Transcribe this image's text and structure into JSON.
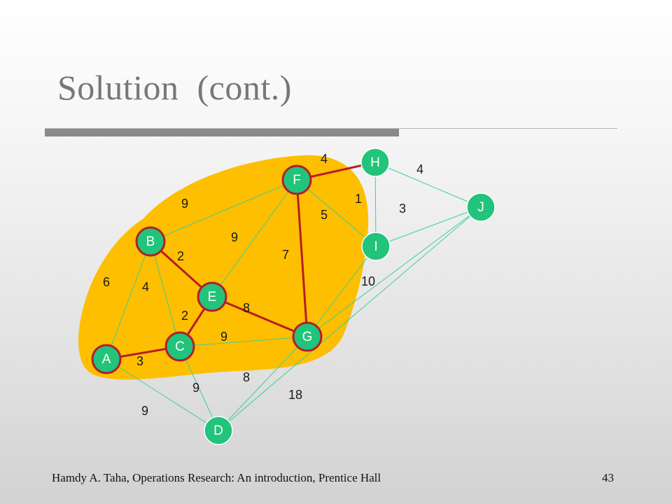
{
  "title": "Solution  (cont.)",
  "footer": {
    "citation": "Hamdy A. Taha, Operations Research: An introduction, Prentice Hall",
    "page_number": "43"
  },
  "colors": {
    "region": "#fdbf00",
    "node_fill": "#22c37a",
    "node_ring": "#b0202c",
    "node_text": "#ffffff",
    "edge": "#3ccf95",
    "tree_edge": "#b81c24",
    "weight_text": "#1a1a1a"
  },
  "graph": {
    "nodes": [
      {
        "id": "A",
        "label": "A",
        "in_tree": true
      },
      {
        "id": "B",
        "label": "B",
        "in_tree": true
      },
      {
        "id": "C",
        "label": "C",
        "in_tree": true
      },
      {
        "id": "D",
        "label": "D",
        "in_tree": false
      },
      {
        "id": "E",
        "label": "E",
        "in_tree": true
      },
      {
        "id": "F",
        "label": "F",
        "in_tree": true
      },
      {
        "id": "G",
        "label": "G",
        "in_tree": true
      },
      {
        "id": "H",
        "label": "H",
        "in_tree": false
      },
      {
        "id": "I",
        "label": "I",
        "in_tree": false
      },
      {
        "id": "J",
        "label": "J",
        "in_tree": false
      }
    ],
    "edges": [
      {
        "from": "A",
        "to": "C",
        "weight": "3",
        "in_tree": true
      },
      {
        "from": "C",
        "to": "E",
        "weight": "2",
        "in_tree": true
      },
      {
        "from": "B",
        "to": "E",
        "weight": "2",
        "in_tree": true
      },
      {
        "from": "E",
        "to": "G",
        "weight": "8",
        "in_tree": true
      },
      {
        "from": "F",
        "to": "G",
        "weight": "7",
        "in_tree": true
      },
      {
        "from": "F",
        "to": "H",
        "weight": "4",
        "in_tree": true
      },
      {
        "from": "A",
        "to": "B",
        "weight": "6",
        "in_tree": false
      },
      {
        "from": "B",
        "to": "C",
        "weight": "4",
        "in_tree": false
      },
      {
        "from": "B",
        "to": "F",
        "weight": "9",
        "in_tree": false
      },
      {
        "from": "E",
        "to": "F",
        "weight": "9",
        "in_tree": false
      },
      {
        "from": "C",
        "to": "G",
        "weight": "9",
        "in_tree": false
      },
      {
        "from": "A",
        "to": "D",
        "weight": "9",
        "in_tree": false
      },
      {
        "from": "C",
        "to": "D",
        "weight": "9",
        "in_tree": false
      },
      {
        "from": "G",
        "to": "D",
        "weight": "8",
        "in_tree": false
      },
      {
        "from": "D",
        "to": "J",
        "weight": "18",
        "in_tree": false
      },
      {
        "from": "G",
        "to": "I",
        "weight": "10",
        "in_tree": false
      },
      {
        "from": "G",
        "to": "J",
        "weight": "",
        "in_tree": false
      },
      {
        "from": "F",
        "to": "I",
        "weight": "5",
        "in_tree": false
      },
      {
        "from": "H",
        "to": "I",
        "weight": "1",
        "in_tree": false
      },
      {
        "from": "H",
        "to": "J",
        "weight": "4",
        "in_tree": false
      },
      {
        "from": "I",
        "to": "J",
        "weight": "3",
        "in_tree": false
      }
    ]
  }
}
